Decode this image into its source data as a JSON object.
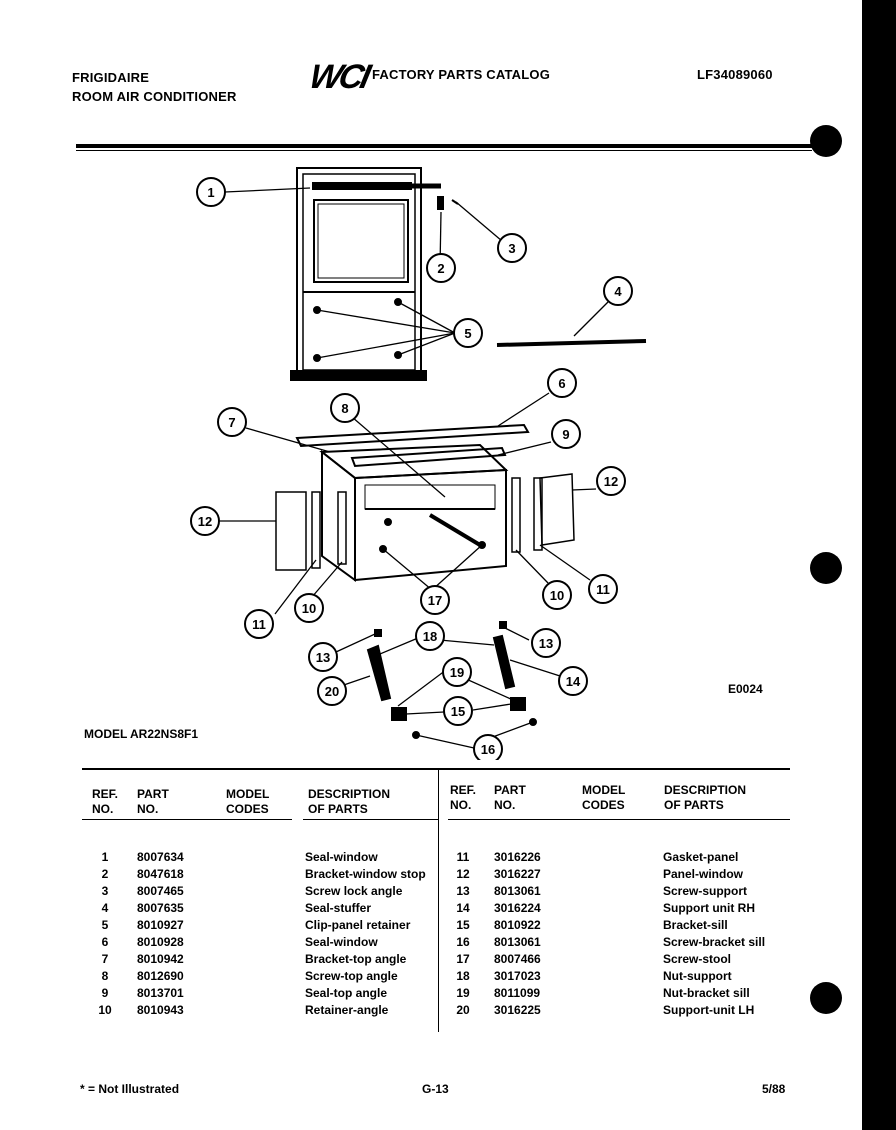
{
  "header": {
    "brand": "FRIGIDAIRE",
    "product": "ROOM AIR CONDITIONER",
    "logo_text": "WCI",
    "catalog_title": "FACTORY PARTS CATALOG",
    "doc_number": "LF34089060"
  },
  "diagram": {
    "callouts": [
      "1",
      "2",
      "3",
      "4",
      "5",
      "6",
      "7",
      "8",
      "9",
      "12",
      "12",
      "11",
      "10",
      "17",
      "10",
      "11",
      "13",
      "18",
      "13",
      "14",
      "20",
      "19",
      "15",
      "16"
    ],
    "diagram_code": "E0024"
  },
  "model_line": "MODEL AR22NS8F1",
  "table": {
    "headers_left": [
      "REF.\nNO.",
      "PART\nNO.",
      "MODEL\nCODES",
      "DESCRIPTION\nOF PARTS"
    ],
    "headers_right": [
      "REF.\nNO.",
      "PART\nNO.",
      "MODEL\nCODES",
      "DESCRIPTION\nOF PARTS"
    ],
    "rows_left": [
      {
        "ref": "1",
        "part": "8007634",
        "code": "",
        "desc": "Seal-window"
      },
      {
        "ref": "2",
        "part": "8047618",
        "code": "",
        "desc": "Bracket-window stop"
      },
      {
        "ref": "3",
        "part": "8007465",
        "code": "",
        "desc": "Screw lock angle"
      },
      {
        "ref": "4",
        "part": "8007635",
        "code": "",
        "desc": "Seal-stuffer"
      },
      {
        "ref": "5",
        "part": "8010927",
        "code": "",
        "desc": "Clip-panel retainer"
      },
      {
        "ref": "6",
        "part": "8010928",
        "code": "",
        "desc": "Seal-window"
      },
      {
        "ref": "7",
        "part": "8010942",
        "code": "",
        "desc": "Bracket-top angle"
      },
      {
        "ref": "8",
        "part": "8012690",
        "code": "",
        "desc": "Screw-top angle"
      },
      {
        "ref": "9",
        "part": "8013701",
        "code": "",
        "desc": "Seal-top angle"
      },
      {
        "ref": "10",
        "part": "8010943",
        "code": "",
        "desc": "Retainer-angle"
      }
    ],
    "rows_right": [
      {
        "ref": "11",
        "part": "3016226",
        "code": "",
        "desc": "Gasket-panel"
      },
      {
        "ref": "12",
        "part": "3016227",
        "code": "",
        "desc": "Panel-window"
      },
      {
        "ref": "13",
        "part": "8013061",
        "code": "",
        "desc": "Screw-support"
      },
      {
        "ref": "14",
        "part": "3016224",
        "code": "",
        "desc": "Support unit RH"
      },
      {
        "ref": "15",
        "part": "8010922",
        "code": "",
        "desc": "Bracket-sill"
      },
      {
        "ref": "16",
        "part": "8013061",
        "code": "",
        "desc": "Screw-bracket sill"
      },
      {
        "ref": "17",
        "part": "8007466",
        "code": "",
        "desc": "Screw-stool"
      },
      {
        "ref": "18",
        "part": "3017023",
        "code": "",
        "desc": "Nut-support"
      },
      {
        "ref": "19",
        "part": "8011099",
        "code": "",
        "desc": "Nut-bracket sill"
      },
      {
        "ref": "20",
        "part": "3016225",
        "code": "",
        "desc": "Support-unit LH"
      }
    ]
  },
  "footer": {
    "note": "* = Not Illustrated",
    "page": "G-13",
    "date": "5/88"
  }
}
